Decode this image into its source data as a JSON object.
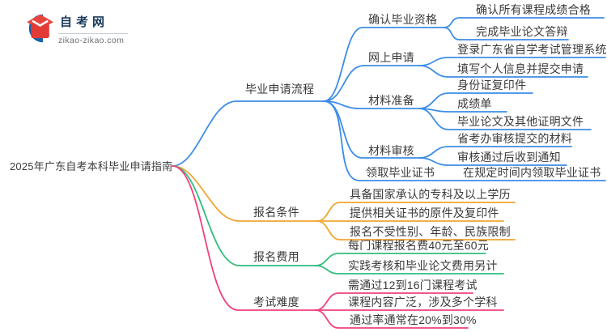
{
  "logo": {
    "site_name": "自考网",
    "site_url": "zikao-zikao.com"
  },
  "map": {
    "root_label": "2025年广东自考本科毕业申请指南",
    "colors": {
      "process_blue": "#3D8DE8",
      "condition_orange": "#F0A532",
      "fee_green": "#30BD7D",
      "difficulty_pink": "#F0417F"
    },
    "branches": [
      {
        "label": "毕业申请流程",
        "color": "#3D8DE8",
        "children": [
          {
            "label": "确认毕业资格",
            "children": [
              {
                "label": "确认所有课程成绩合格"
              },
              {
                "label": "完成毕业论文答辩"
              }
            ]
          },
          {
            "label": "网上申请",
            "children": [
              {
                "label": "登录广东省自学考试管理系统"
              },
              {
                "label": "填写个人信息并提交申请"
              }
            ]
          },
          {
            "label": "材料准备",
            "children": [
              {
                "label": "身份证复印件"
              },
              {
                "label": "成绩单"
              },
              {
                "label": "毕业论文及其他证明文件"
              }
            ]
          },
          {
            "label": "材料审核",
            "children": [
              {
                "label": "省考办审核提交的材料"
              },
              {
                "label": "审核通过后收到通知"
              }
            ]
          },
          {
            "label": "领取毕业证书",
            "children": [
              {
                "label": "在规定时间内领取毕业证书"
              }
            ]
          }
        ]
      },
      {
        "label": "报名条件",
        "color": "#F0A532",
        "children": [
          {
            "label": "具备国家承认的专科及以上学历"
          },
          {
            "label": "提供相关证书的原件及复印件"
          },
          {
            "label": "报名不受性别、年龄、民族限制"
          }
        ]
      },
      {
        "label": "报名费用",
        "color": "#30BD7D",
        "children": [
          {
            "label": "每门课程报名费40元至60元"
          },
          {
            "label": "实践考核和毕业论文费用另计"
          }
        ]
      },
      {
        "label": "考试难度",
        "color": "#F0417F",
        "children": [
          {
            "label": "需通过12到16门课程考试"
          },
          {
            "label": "课程内容广泛，涉及多个学科"
          },
          {
            "label": "通过率通常在20%到30%"
          }
        ]
      }
    ]
  }
}
